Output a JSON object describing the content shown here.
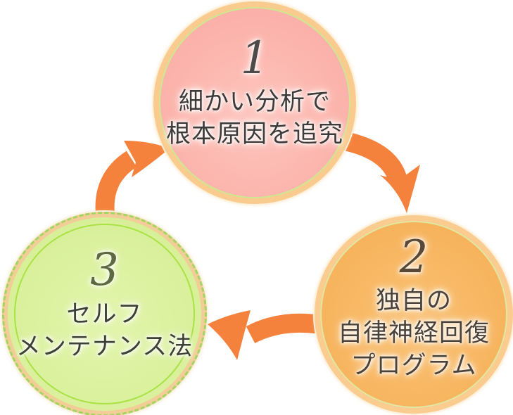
{
  "diagram": {
    "steps": [
      {
        "number": "1",
        "lines": [
          "細かい分析で",
          "根本原因を追究"
        ]
      },
      {
        "number": "2",
        "lines": [
          "独自の",
          "自律神経回復",
          "プログラム"
        ]
      },
      {
        "number": "3",
        "lines": [
          "セルフ",
          "メンテナンス法"
        ]
      }
    ],
    "colors": {
      "step1_fill": "#fbb2aa",
      "step1_ring": "#f9cb8f",
      "step2_fill": "#f7b45e",
      "step2_ring": "#facc8f",
      "step3_fill": "#d9f09b",
      "step3_ring": "#f2cd97",
      "step3_inner_ring": "#a9e245",
      "arrow": "#f5823c"
    }
  }
}
